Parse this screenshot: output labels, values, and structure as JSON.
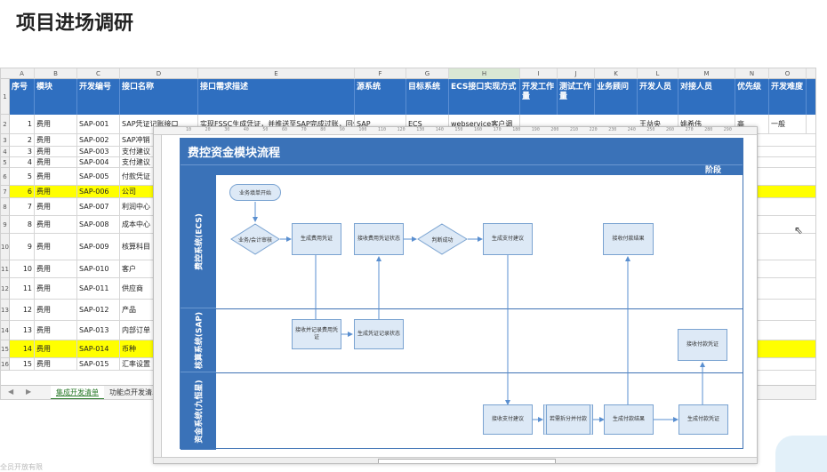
{
  "slide": {
    "title": "项目进场调研"
  },
  "spreadsheet": {
    "column_letters": [
      "A",
      "B",
      "C",
      "D",
      "E",
      "F",
      "G",
      "H",
      "I",
      "J",
      "K",
      "L",
      "M",
      "N",
      "O"
    ],
    "headers": [
      "序号",
      "模块",
      "开发编号",
      "接口名称",
      "接口需求描述",
      "源系统",
      "目标系统",
      "ECS接口实现方式",
      "开发工作量",
      "测试工作量",
      "业务顾问",
      "开发人员",
      "对接人员",
      "优先级",
      "开发难度"
    ],
    "row_numbers": [
      "1",
      "2",
      "3",
      "4",
      "5",
      "6",
      "7",
      "8",
      "9",
      "10",
      "11",
      "12",
      "13",
      "14",
      "15",
      "16"
    ],
    "rows": [
      {
        "seq": "1",
        "module": "费用",
        "code": "SAP-001",
        "name": "SAP凭证记账接口",
        "desc": "实现FSSC生成凭证，并推送至SAP完成过账，回传",
        "src": "SAP",
        "tgt": "ECS",
        "impl": "webservice客户调",
        "dev": "王益央",
        "contact": "姚希伟",
        "priority": "高",
        "difficulty": "一般",
        "yellow": false
      },
      {
        "seq": "2",
        "module": "费用",
        "code": "SAP-002",
        "name": "SAP冲销",
        "yellow": false
      },
      {
        "seq": "3",
        "module": "费用",
        "code": "SAP-003",
        "name": "支付建议",
        "yellow": false
      },
      {
        "seq": "4",
        "module": "费用",
        "code": "SAP-004",
        "name": "支付建议",
        "yellow": false
      },
      {
        "seq": "5",
        "module": "费用",
        "code": "SAP-005",
        "name": "付款凭证",
        "yellow": false
      },
      {
        "seq": "6",
        "module": "费用",
        "code": "SAP-006",
        "name": "公司",
        "yellow": true
      },
      {
        "seq": "7",
        "module": "费用",
        "code": "SAP-007",
        "name": "利润中心",
        "yellow": false
      },
      {
        "seq": "8",
        "module": "费用",
        "code": "SAP-008",
        "name": "成本中心",
        "yellow": false
      },
      {
        "seq": "9",
        "module": "费用",
        "code": "SAP-009",
        "name": "核算科目",
        "yellow": false
      },
      {
        "seq": "10",
        "module": "费用",
        "code": "SAP-010",
        "name": "客户",
        "yellow": false
      },
      {
        "seq": "11",
        "module": "费用",
        "code": "SAP-011",
        "name": "供应商",
        "yellow": false
      },
      {
        "seq": "12",
        "module": "费用",
        "code": "SAP-012",
        "name": "产品",
        "yellow": false
      },
      {
        "seq": "13",
        "module": "费用",
        "code": "SAP-013",
        "name": "内部订单",
        "yellow": false
      },
      {
        "seq": "14",
        "module": "费用",
        "code": "SAP-014",
        "name": "币种",
        "yellow": true
      },
      {
        "seq": "15",
        "module": "费用",
        "code": "SAP-015",
        "name": "汇率设置",
        "yellow": false
      }
    ],
    "tabs": [
      "集成开发清单",
      "功能点开发清单"
    ]
  },
  "diagram": {
    "title": "费控资金模块流程",
    "phase_label": "阶段",
    "ruler_ticks": [
      "10",
      "20",
      "30",
      "40",
      "50",
      "60",
      "70",
      "80",
      "90",
      "100",
      "110",
      "120",
      "130",
      "140",
      "150",
      "160",
      "170",
      "180",
      "190",
      "200",
      "210",
      "220",
      "230",
      "240",
      "250",
      "260",
      "270",
      "280",
      "290"
    ],
    "lanes": [
      "费控系统(ECS)",
      "核算系统(SAP)",
      "资金系统(九恒星)"
    ],
    "nodes": {
      "start": "业务填单开始",
      "review": "业务/会计审核",
      "gen_voucher": "生成费用凭证",
      "receive_status": "接收费用凭证状态",
      "judge_success": "判断成功",
      "gen_payment": "生成支付建议",
      "receive_result_ecs": "接收付款结果",
      "sap_receive": "接收并记录费用凭证",
      "sap_gen_status": "生成凭证记录状态",
      "sap_receive_pay": "接收付款凭证",
      "fund_receive": "接收支付建议",
      "fund_split": "若需拆分并付款",
      "fund_gen_result": "生成付款结果",
      "fund_gen_voucher": "生成付款凭证"
    }
  },
  "footer": {
    "text": "全员开放有限"
  }
}
